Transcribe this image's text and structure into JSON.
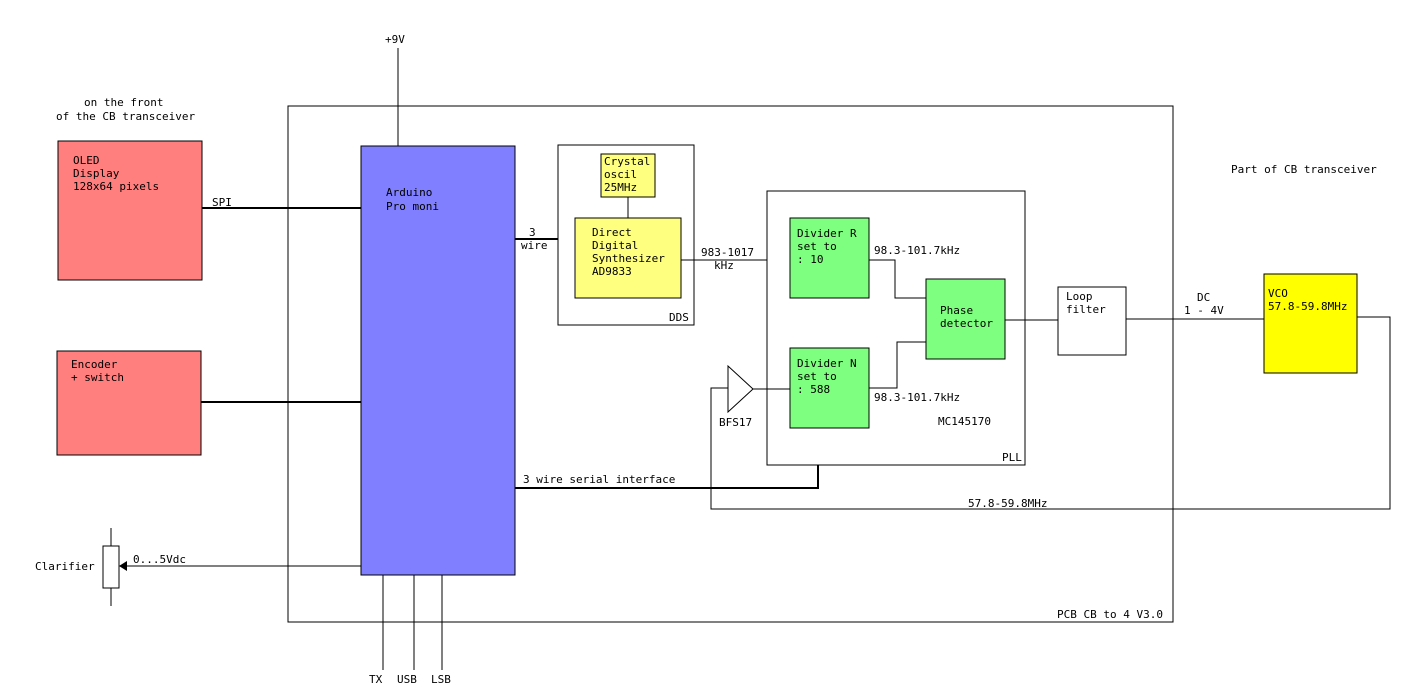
{
  "colors": {
    "red_box": "#ff7f7f",
    "blue_box": "#7f7fff",
    "yellow_box": "#ffff7f",
    "green_box": "#7fff7f",
    "vco_box": "#ffff00",
    "container": "#ffffff",
    "line": "#000000"
  },
  "labels": {
    "supply": "+9V",
    "front_note_1": "on the front",
    "front_note_2": "of the CB transceiver",
    "cb_note": "Part of CB transceiver",
    "spi": "SPI",
    "three_wire_1": "3",
    "three_wire_2": "wire",
    "freq_1": "983-1017",
    "freq_2": "kHz",
    "ref_out_r": "98.3-101.7kHz",
    "ref_out_n": "98.3-101.7kHz",
    "dc_1": "DC",
    "dc_2": "1 - 4V",
    "bfs": "BFS17",
    "serial": "3 wire serial interface",
    "feedback": "57.8-59.8MHz",
    "clarifier": "Clarifier",
    "clarifier_v": "0...5Vdc",
    "tx": "TX",
    "usb": "USB",
    "lsb": "LSB",
    "pcb": "PCB CB to 4 V3.0",
    "dds": "DDS",
    "pll": "PLL",
    "mc": "MC145170"
  },
  "blocks": {
    "oled": [
      "OLED",
      "Display",
      "128x64 pixels"
    ],
    "encoder": [
      "Encoder",
      "+ switch"
    ],
    "arduino": [
      "Arduino",
      "Pro moni"
    ],
    "crystal": [
      "Crystal",
      "oscil",
      "25MHz"
    ],
    "dds": [
      "Direct",
      "Digital",
      "Synthesizer",
      "AD9833"
    ],
    "div_r": [
      "Divider R",
      "set to",
      ": 10"
    ],
    "div_n": [
      "Divider N",
      "set to",
      ": 588"
    ],
    "phase": [
      "Phase",
      "detector"
    ],
    "loop": [
      "Loop",
      "filter"
    ],
    "vco": [
      "VCO",
      "57.8-59.8MHz"
    ]
  }
}
